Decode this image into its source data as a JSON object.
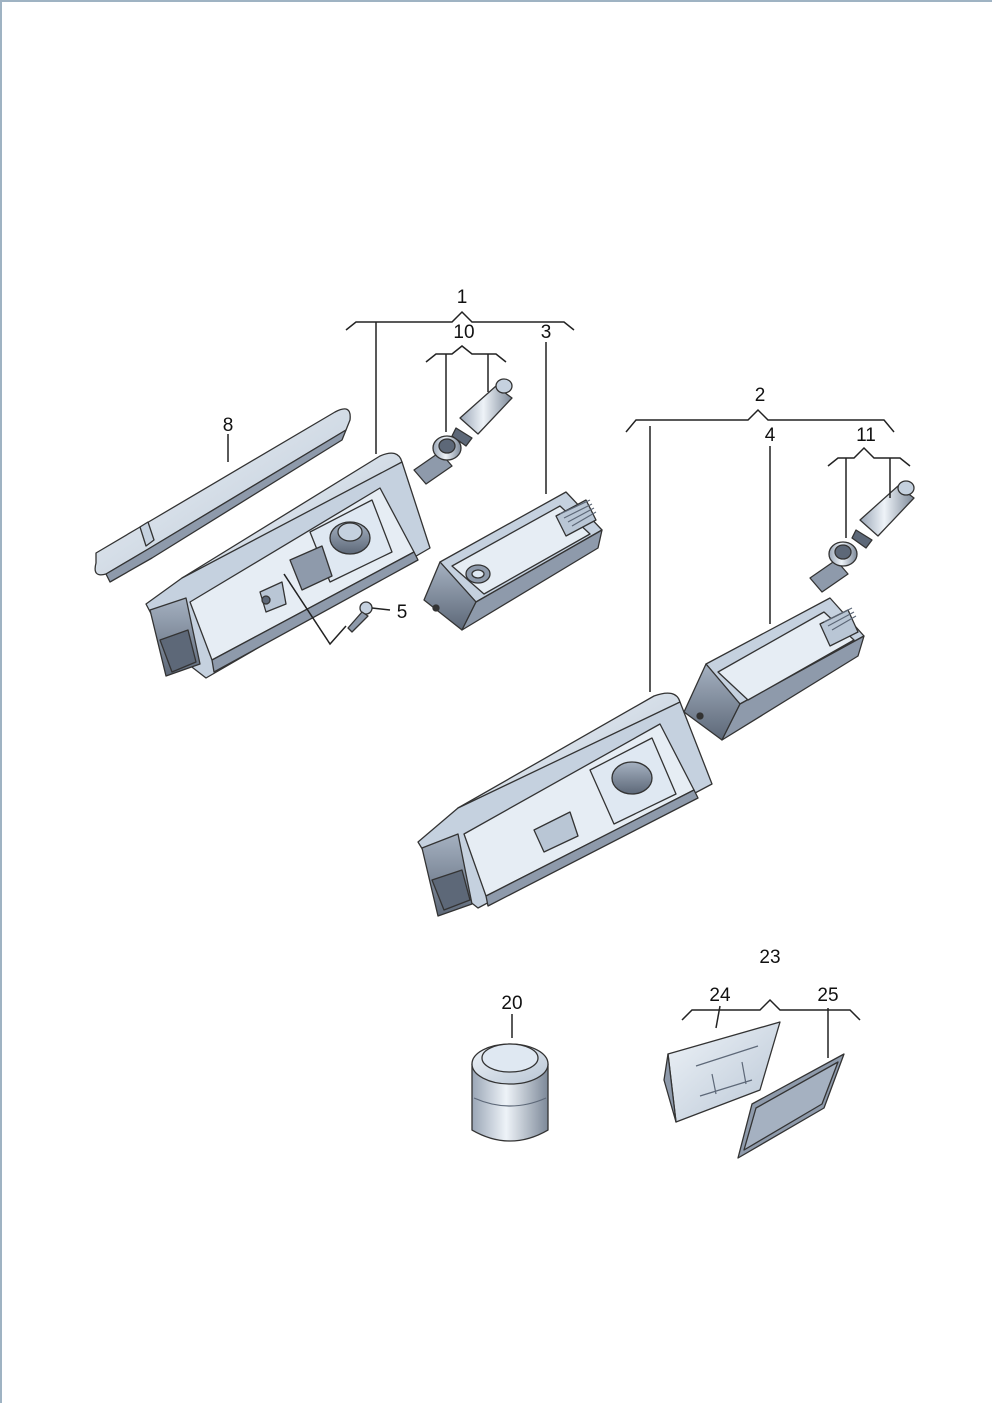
{
  "palette": {
    "part_light": "#dfe8f2",
    "part_mid": "#c5d1df",
    "part_dark": "#8e9aab",
    "part_shadow": "#5d6878",
    "outline": "#333333",
    "frame": "#9fb3c3"
  },
  "callouts": [
    {
      "id": "1",
      "label": "1"
    },
    {
      "id": "2",
      "label": "2"
    },
    {
      "id": "3",
      "label": "3"
    },
    {
      "id": "4",
      "label": "4"
    },
    {
      "id": "5",
      "label": "5"
    },
    {
      "id": "8",
      "label": "8"
    },
    {
      "id": "10",
      "label": "10"
    },
    {
      "id": "11",
      "label": "11"
    },
    {
      "id": "20",
      "label": "20"
    },
    {
      "id": "23",
      "label": "23"
    },
    {
      "id": "24",
      "label": "24"
    },
    {
      "id": "25",
      "label": "25"
    }
  ]
}
